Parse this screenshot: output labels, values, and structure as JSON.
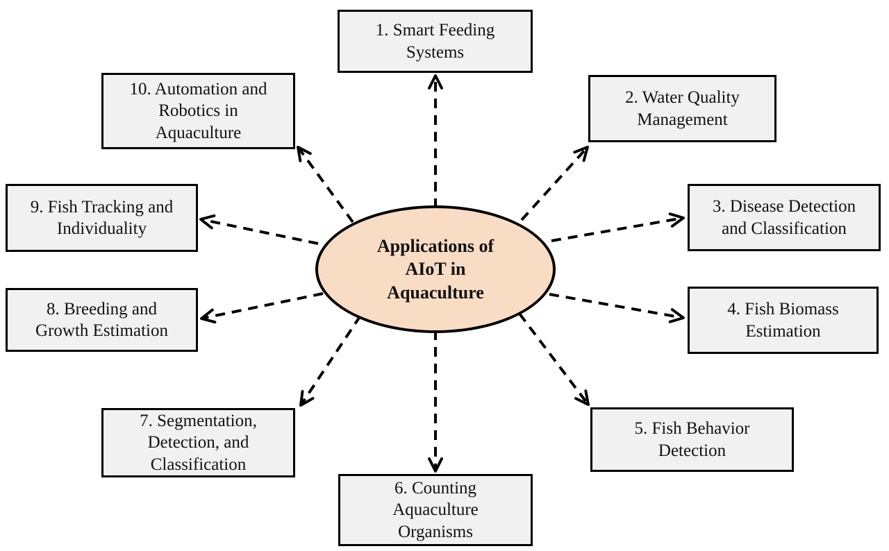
{
  "figure": {
    "type": "hub-and-spoke-diagram",
    "center": {
      "label": "Applications of AIoT in Aquaculture",
      "lines": [
        "Applications of",
        "AIoT in",
        "Aquaculture"
      ]
    },
    "nodes": [
      {
        "number": "1",
        "label": "1. Smart Feeding Systems",
        "lines": [
          "1. Smart Feeding",
          "Systems"
        ]
      },
      {
        "number": "2",
        "label": "2. Water Quality Management",
        "lines": [
          "2. Water Quality",
          "Management"
        ]
      },
      {
        "number": "3",
        "label": "3. Disease Detection and Classification",
        "lines": [
          "3. Disease Detection",
          "and Classification"
        ]
      },
      {
        "number": "4",
        "label": "4. Fish Biomass Estimation",
        "lines": [
          "4. Fish Biomass",
          "Estimation"
        ]
      },
      {
        "number": "5",
        "label": "5. Fish Behavior Detection",
        "lines": [
          "5. Fish Behavior",
          "Detection"
        ]
      },
      {
        "number": "6",
        "label": "6. Counting Aquaculture Organisms",
        "lines": [
          "6. Counting",
          "Aquaculture",
          "Organisms"
        ]
      },
      {
        "number": "7",
        "label": "7. Segmentation, Detection, and Classification",
        "lines": [
          "7. Segmentation,",
          "Detection, and",
          "Classification"
        ]
      },
      {
        "number": "8",
        "label": "8. Breeding and Growth Estimation",
        "lines": [
          "8. Breeding and",
          "Growth Estimation"
        ]
      },
      {
        "number": "9",
        "label": "9. Fish Tracking and Individuality",
        "lines": [
          "9. Fish Tracking and",
          "Individuality"
        ]
      },
      {
        "number": "10",
        "label": "10. Automation and Robotics in Aquaculture",
        "lines": [
          "10. Automation and",
          "Robotics in",
          "Aquaculture"
        ]
      }
    ],
    "colors": {
      "background": "#ffffff",
      "box_fill": "#f1f1f1",
      "ellipse_fill": "#f8dcc4",
      "border": "#000000",
      "arrow": "#000000",
      "text": "#111111"
    }
  }
}
